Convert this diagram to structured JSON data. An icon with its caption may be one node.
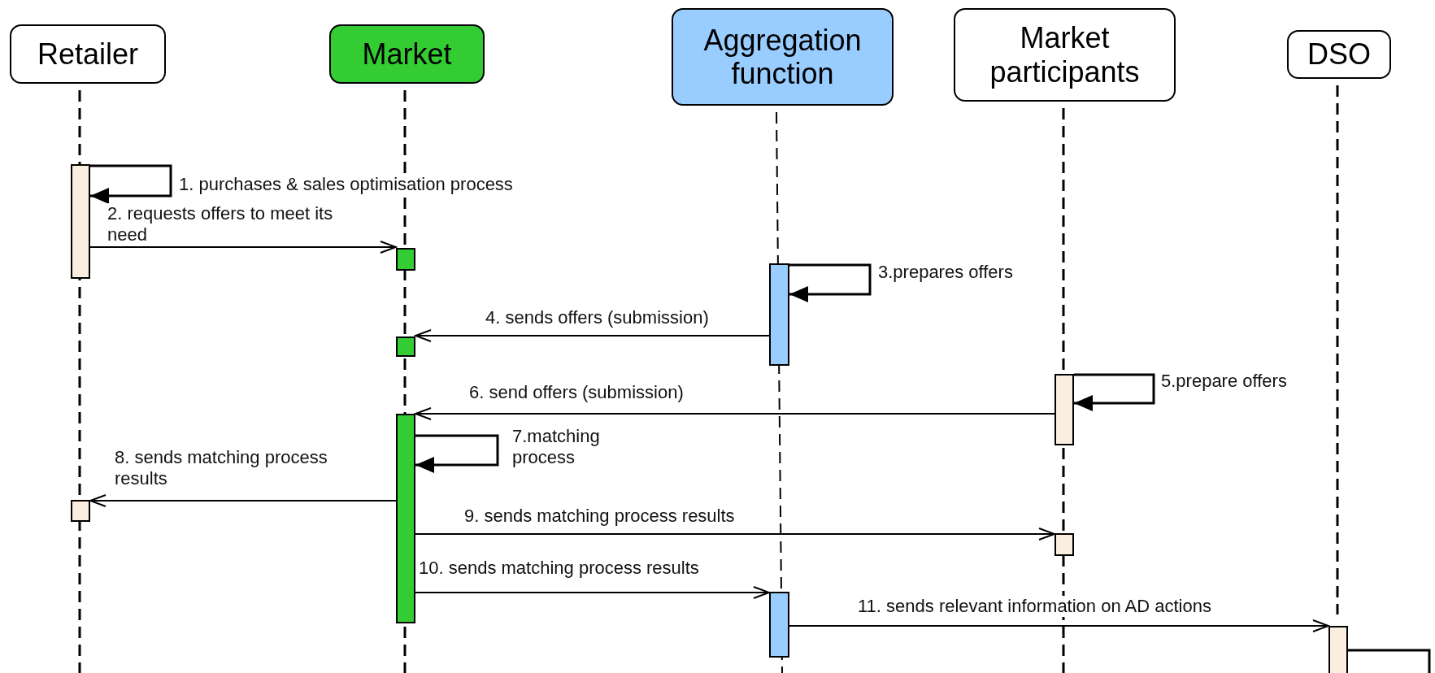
{
  "diagram": {
    "nodes": [
      {
        "text": [
          "Retailer"
        ]
      },
      {
        "text": [
          "Market"
        ]
      },
      {
        "text": [
          "Aggregation function"
        ]
      },
      {
        "text": [
          "Market participants"
        ]
      },
      {
        "text": [
          "DSO"
        ]
      },
      {
        "text": [],
        "shape": "bar"
      },
      {
        "text": [],
        "shape": "bar"
      },
      {
        "text": [],
        "shape": "bar"
      },
      {
        "text": [],
        "shape": "bar"
      },
      {
        "text": [],
        "shape": "bar"
      },
      {
        "text": [],
        "shape": "bar"
      },
      {
        "text": [],
        "shape": "bar"
      },
      {
        "text": [],
        "shape": "bar"
      },
      {
        "text": [],
        "shape": "bar"
      },
      {
        "text": [],
        "shape": "bar"
      }
    ],
    "edges": [
      {
        "from": 5,
        "to": 5,
        "arrow": "to",
        "label": "1. purchases & sales optimisation process"
      },
      {
        "from": 5,
        "to": 6,
        "arrow": "to",
        "label": "2. requests offers to meet its need"
      },
      {
        "from": 7,
        "to": 7,
        "arrow": "to",
        "label": "3.prepares offers"
      },
      {
        "from": 7,
        "to": 8,
        "arrow": "to",
        "label": "4. sends offers (submission)"
      },
      {
        "from": 9,
        "to": 9,
        "arrow": "to",
        "label": "5.prepare offers"
      },
      {
        "from": 9,
        "to": 10,
        "arrow": "to",
        "label": "6. send offers (submission)"
      },
      {
        "from": 10,
        "to": 10,
        "arrow": "to",
        "label": "7.matching process"
      },
      {
        "from": 10,
        "to": 11,
        "arrow": "to",
        "label": "8. sends matching process results"
      },
      {
        "from": 10,
        "to": 12,
        "arrow": "to",
        "label": "9. sends matching process results"
      },
      {
        "from": 10,
        "to": 13,
        "arrow": "to",
        "label": "10. sends matching process results"
      },
      {
        "from": 13,
        "to": 14,
        "arrow": "to",
        "label": "11. sends relevant information on AD actions"
      },
      {
        "from": 14,
        "to": 14,
        "arrow": "to"
      }
    ]
  }
}
